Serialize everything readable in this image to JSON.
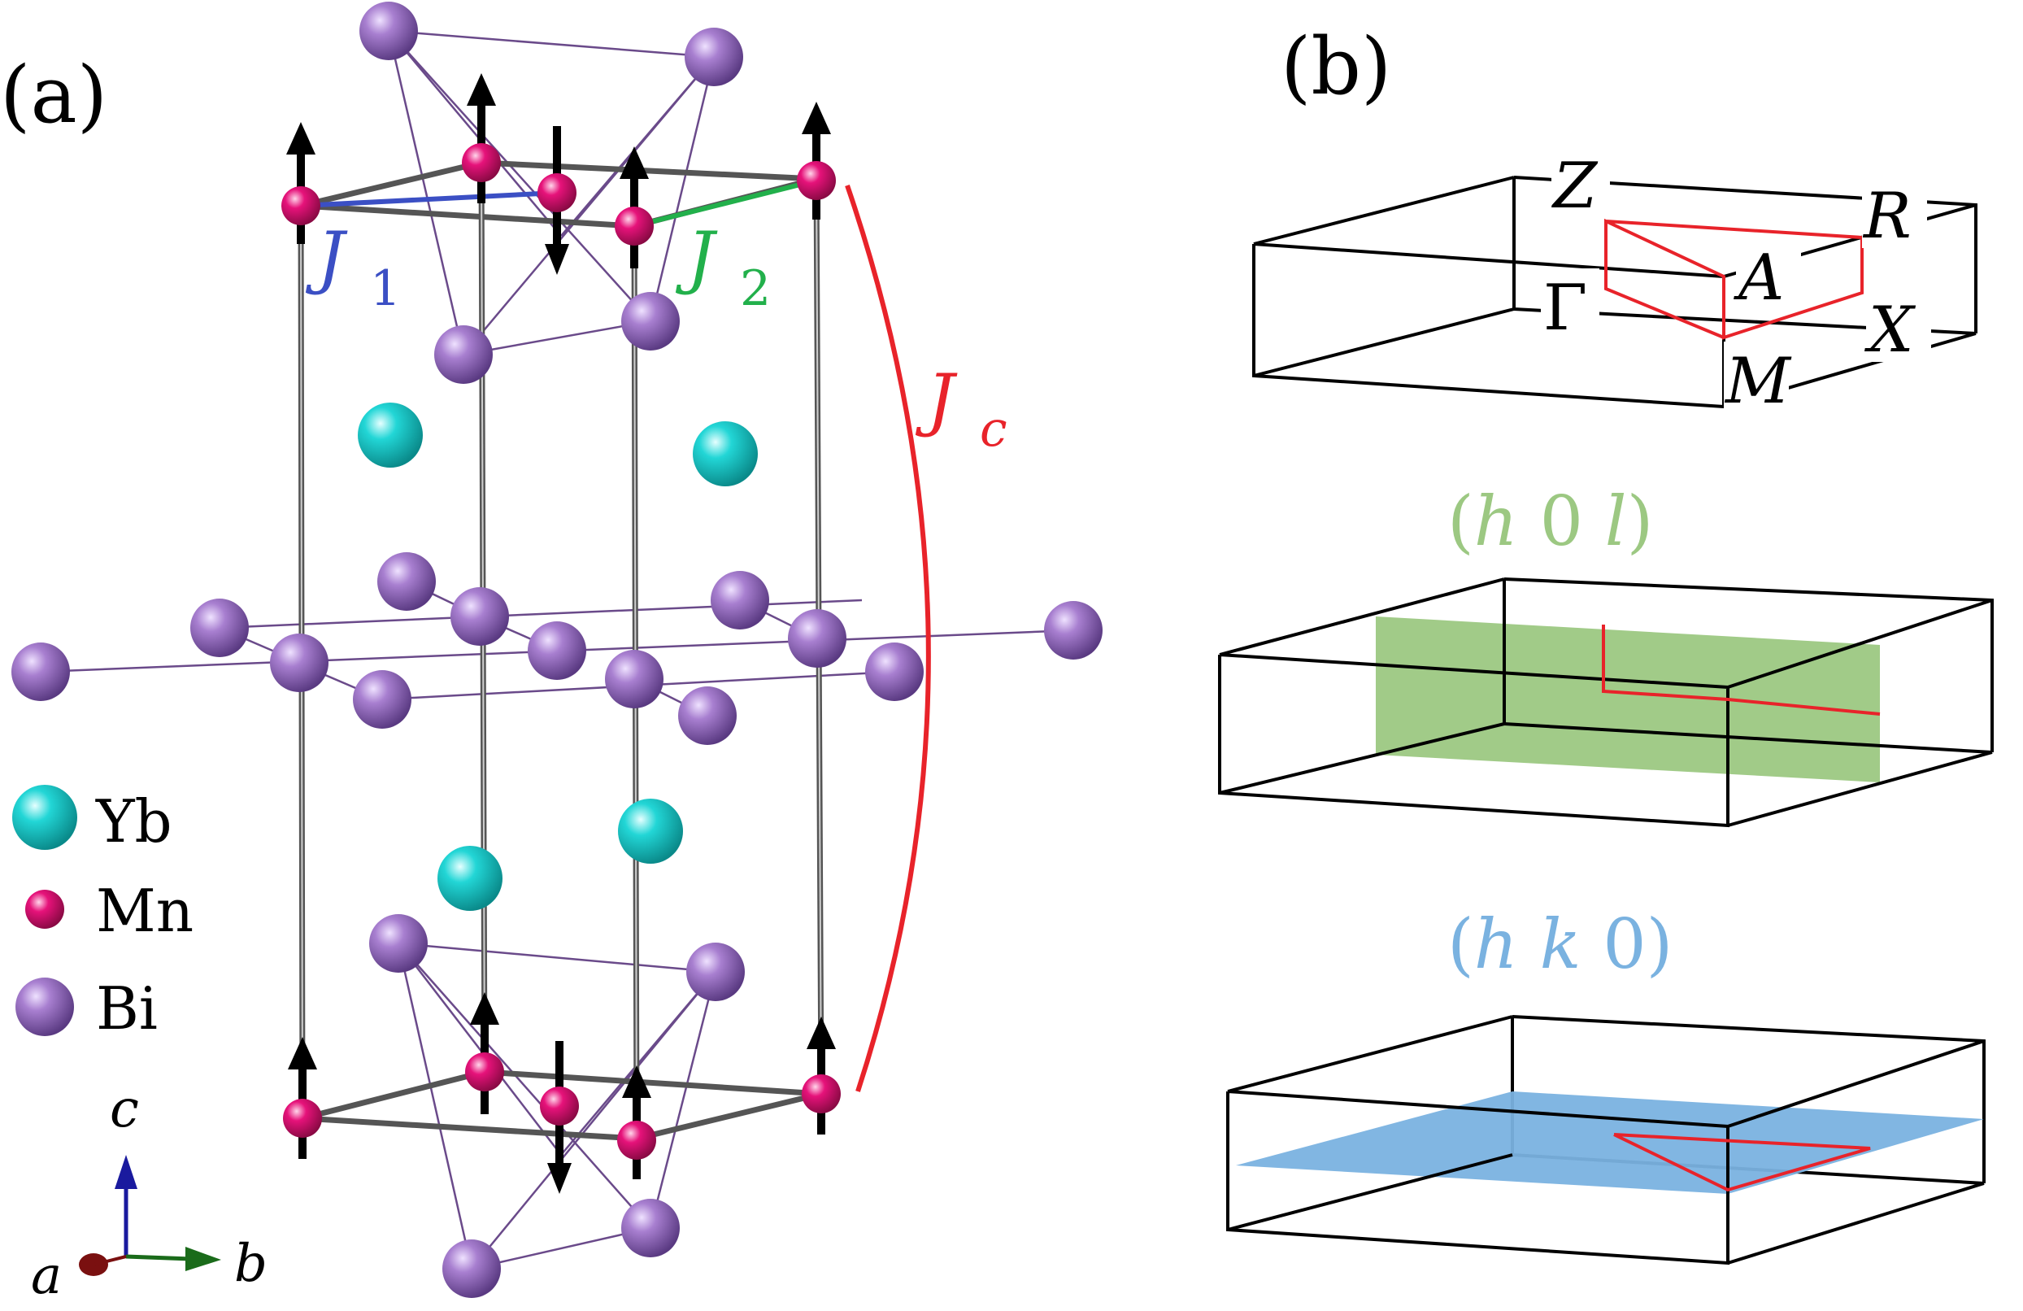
{
  "panel_a": {
    "label": "(a)",
    "couplings": {
      "j1": {
        "symbol": "J",
        "sub": "1",
        "color": "#3b4fc4"
      },
      "j2": {
        "symbol": "J",
        "sub": "2",
        "color": "#22b04b"
      },
      "jc": {
        "symbol": "J",
        "sub": "c",
        "color": "#e8232a"
      }
    },
    "legend": [
      {
        "element": "Yb",
        "color": "#22d6d6"
      },
      {
        "element": "Mn",
        "color": "#e6127a"
      },
      {
        "element": "Bi",
        "color": "#9b6bc2"
      }
    ],
    "axes": {
      "c": {
        "label": "c",
        "color": "#1a1a9e"
      },
      "b": {
        "label": "b",
        "color": "#1a6b1a"
      },
      "a": {
        "label": "a",
        "color": "#7a1010"
      }
    }
  },
  "panel_b": {
    "label": "(b)",
    "bz_points": {
      "Z": "Z",
      "R": "R",
      "A": "A",
      "Gamma": "Γ",
      "X": "X",
      "M": "M"
    },
    "planes": [
      {
        "parts": [
          "(",
          "h",
          " 0 ",
          "l",
          ")"
        ],
        "italic": [
          false,
          true,
          false,
          true,
          false
        ],
        "color": "#9cc882"
      },
      {
        "parts": [
          "(",
          "h",
          " ",
          "k",
          " 0)"
        ],
        "italic": [
          false,
          true,
          false,
          true,
          false
        ],
        "color": "#7ab2e0"
      }
    ],
    "path_color": "#e8232a"
  }
}
